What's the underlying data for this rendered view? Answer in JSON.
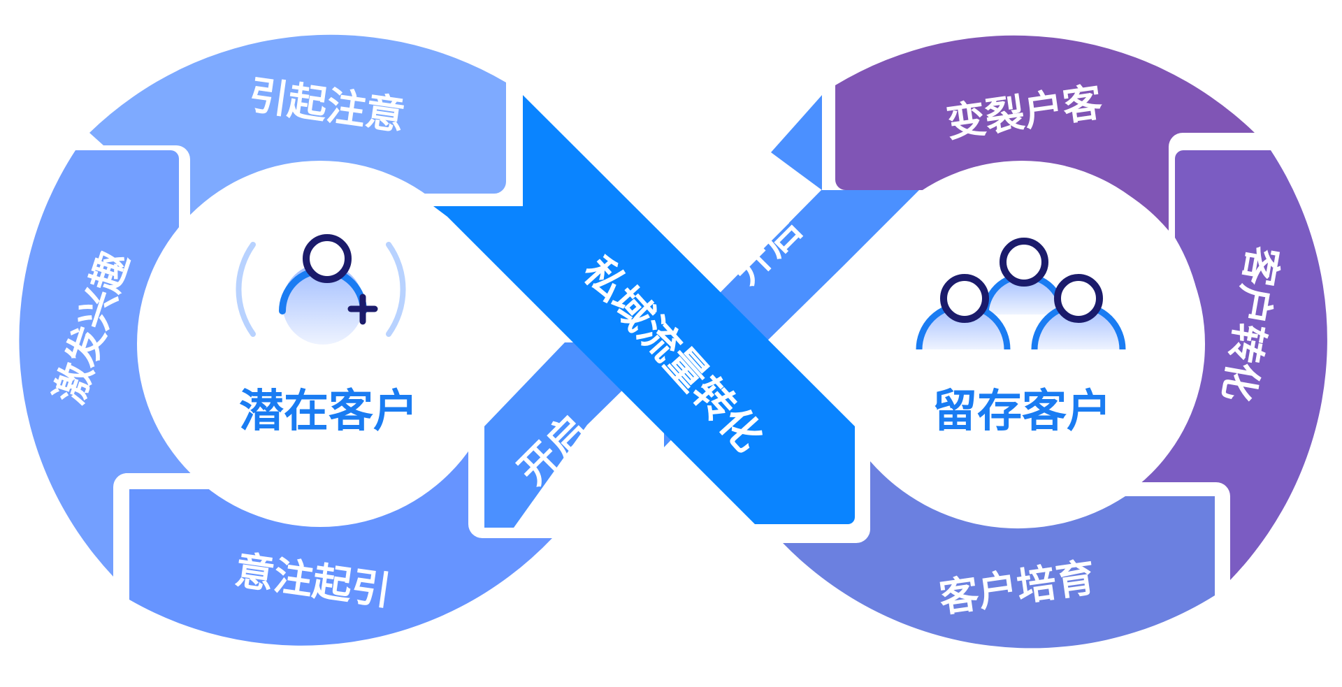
{
  "diagram": {
    "left_loop": {
      "center_label": "潜在客户",
      "center_icon": "user-add-icon",
      "segments": [
        {
          "label": "引起注意",
          "color": "#7eaaff"
        },
        {
          "label": "激发兴趣",
          "color": "#739fff"
        },
        {
          "label": "意注起引",
          "color": "#6694ff"
        }
      ]
    },
    "right_loop": {
      "center_label": "留存客户",
      "center_icon": "users-group-icon",
      "segments": [
        {
          "label": "变裂户客",
          "color": "#8055b5"
        },
        {
          "label": "客户转化",
          "color": "#7b5cc2"
        },
        {
          "label": "客户培育",
          "color": "#6b80e0"
        }
      ]
    },
    "crossing": {
      "main_band_label": "私域流量转化",
      "main_band_color": "#0a84ff",
      "upper_arrow_label": "开启",
      "lower_arrow_label": "开启",
      "arrow_color": "#4b90ff"
    },
    "colors": {
      "icon_outline": "#1b1b6b",
      "icon_accent": "#1a7cf2",
      "center_text": "#1a7cf2"
    }
  }
}
